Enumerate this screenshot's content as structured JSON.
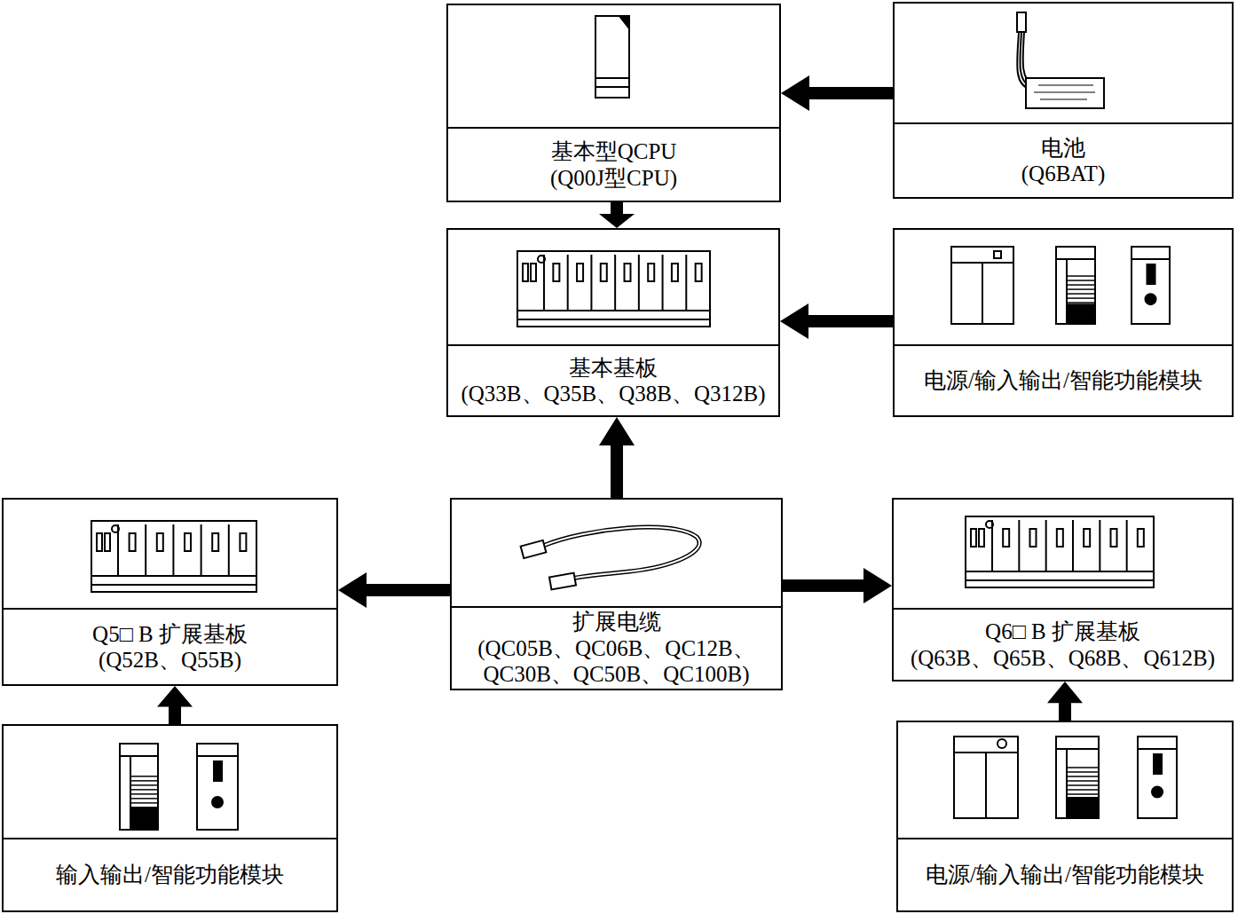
{
  "diagram": {
    "nodes": [
      {
        "text": [
          "基本型QCPU",
          "(Q00J型CPU)"
        ]
      },
      {
        "text": [
          "电池",
          "(Q6BAT)"
        ]
      },
      {
        "text": [
          "基本基板",
          "(Q33B、Q35B、Q38B、Q312B)"
        ]
      },
      {
        "text": [
          "电源/输入输出/智能功能模块"
        ]
      },
      {
        "text": [
          "Q5□ B 扩展基板",
          "(Q52B、Q55B)"
        ]
      },
      {
        "text": [
          "扩展电缆",
          "(QC05B、QC06B、QC12B、 QC30B、QC50B、QC100B)"
        ]
      },
      {
        "text": [
          "Q6□ B 扩展基板",
          "(Q63B、Q65B、Q68B、Q612B)"
        ]
      },
      {
        "text": [
          "输入输出/智能功能模块"
        ]
      },
      {
        "text": [
          "电源/输入输出/智能功能模块"
        ]
      }
    ],
    "edges": [
      {
        "from": 1,
        "to": 0,
        "arrow": "to"
      },
      {
        "from": 0,
        "to": 2,
        "arrow": "to"
      },
      {
        "from": 3,
        "to": 2,
        "arrow": "to"
      },
      {
        "from": 5,
        "to": 2,
        "arrow": "to"
      },
      {
        "from": 5,
        "to": 4,
        "arrow": "to"
      },
      {
        "from": 5,
        "to": 6,
        "arrow": "to"
      },
      {
        "from": 7,
        "to": 4,
        "arrow": "to"
      },
      {
        "from": 8,
        "to": 6,
        "arrow": "to"
      }
    ]
  }
}
